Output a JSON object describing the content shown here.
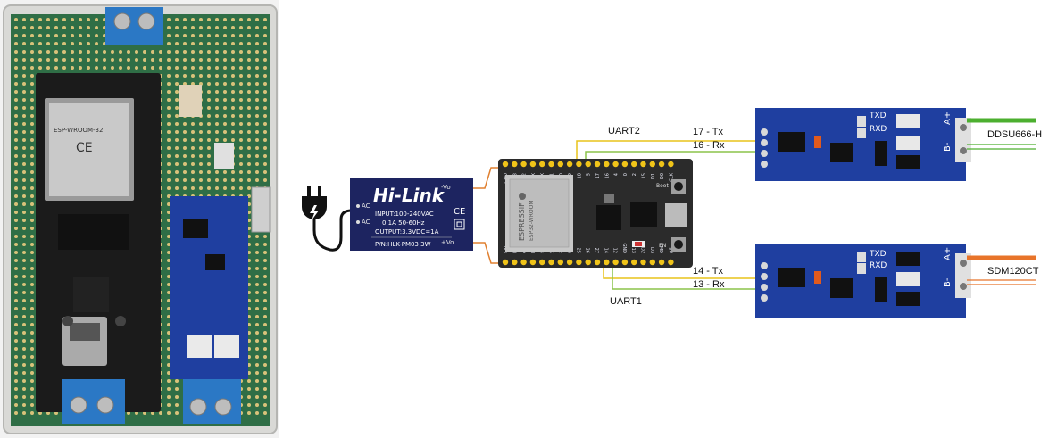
{
  "power_icon": "power-plug-icon",
  "psu": {
    "brand": "Hi-Link",
    "ac1": "AC",
    "ac2": "AC",
    "vo_minus": "-Vo",
    "vo_plus": "+Vo",
    "input": "INPUT:100-240VAC",
    "current": "0.1A  50-60Hz",
    "output": "OUTPUT:3.3VDC=1A",
    "model": "P/N:HLK-PM03  3W"
  },
  "esp32": {
    "module_brand": "ESPRESSIF",
    "module_name": "ESP32-WROOM",
    "boot": "Boot",
    "en": "EN",
    "pins_bottom": [
      "3V3",
      "EN",
      "VP",
      "VN",
      "34",
      "35",
      "32",
      "33",
      "25",
      "26",
      "27",
      "14",
      "12",
      "GND",
      "13",
      "D2",
      "D3",
      "CMD",
      "5V"
    ],
    "pins_top": [
      "GND",
      "23",
      "22",
      "TX",
      "RX",
      "21",
      "GND",
      "19",
      "18",
      "5",
      "17",
      "16",
      "4",
      "0",
      "2",
      "15",
      "D1",
      "D0",
      "CLK"
    ]
  },
  "uart2": {
    "label": "UART2",
    "tx": "17 - Tx",
    "rx": "16 - Rx",
    "wire_tx_color": "#e8c31a",
    "wire_rx_color": "#8bc34a"
  },
  "uart1": {
    "label": "UART1",
    "tx": "14 - Tx",
    "rx": "13 - Rx",
    "wire_tx_color": "#e8c31a",
    "wire_rx_color": "#8bc34a"
  },
  "rs485_top": {
    "labels": [
      "TXD",
      "RXD",
      "A+",
      "B-"
    ],
    "target": "DDSU666-H",
    "cable_color": "#4caf2f"
  },
  "rs485_bottom": {
    "labels": [
      "TXD",
      "RXD",
      "A+",
      "B-"
    ],
    "target": "SDM120CT",
    "cable_color": "#e8742a"
  },
  "colors": {
    "pcb_blue": "#1f3fa0",
    "esp_board": "#2b2b2b",
    "psu_body": "#1d2460",
    "power_wire": "#e08030"
  }
}
